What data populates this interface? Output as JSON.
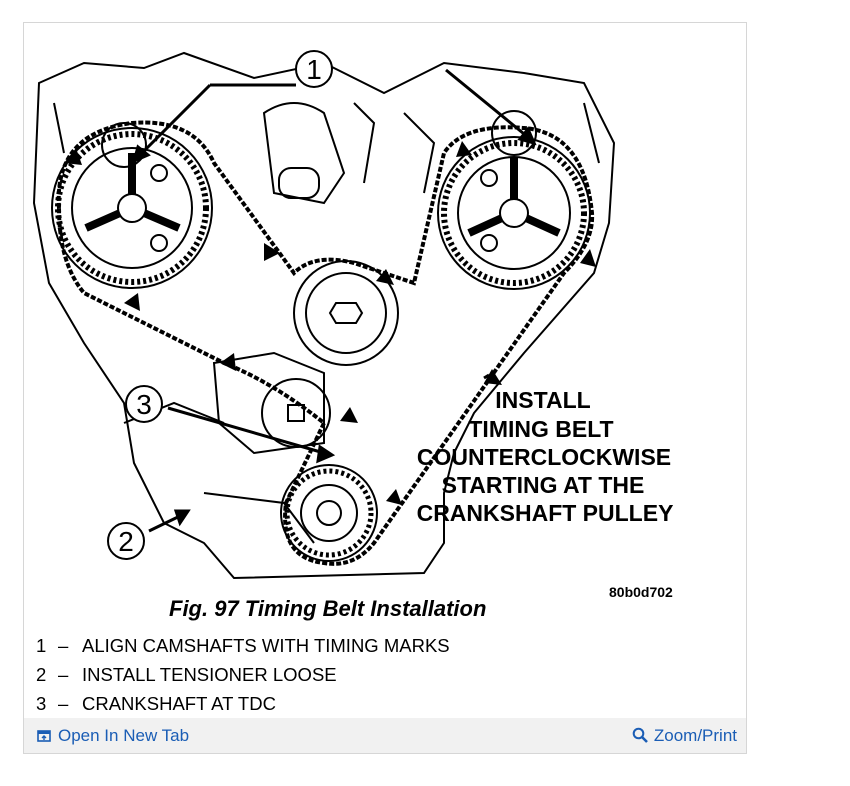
{
  "figure": {
    "callout_1": "1",
    "callout_2": "2",
    "callout_3": "3",
    "instruction_lines": [
      "INSTALL",
      "TIMING BELT",
      "COUNTERCLOCKWISE",
      "STARTING AT THE",
      "CRANKSHAFT PULLEY"
    ],
    "image_code": "80b0d702",
    "caption": "Fig. 97 Timing Belt Installation"
  },
  "legend": [
    {
      "num": "1",
      "dash": "–",
      "text": "ALIGN CAMSHAFTS WITH TIMING MARKS"
    },
    {
      "num": "2",
      "dash": "–",
      "text": "INSTALL TENSIONER LOOSE"
    },
    {
      "num": "3",
      "dash": "–",
      "text": "CRANKSHAFT AT TDC"
    }
  ],
  "footer": {
    "open_label": "Open In New Tab",
    "zoom_label": "Zoom/Print",
    "link_color": "#1a5db5",
    "open_icon": "open-new-tab-icon",
    "zoom_icon": "magnifier-icon"
  }
}
